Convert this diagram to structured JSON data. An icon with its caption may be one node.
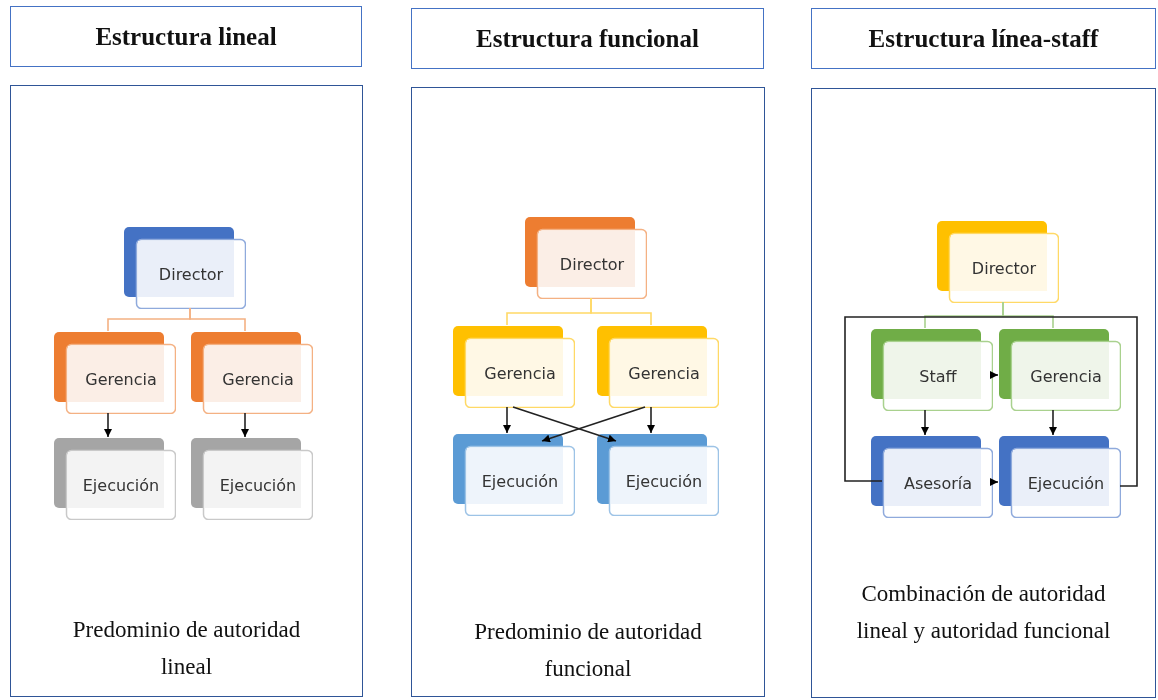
{
  "diagram": {
    "nodes": [
      {
        "text": [
          "Estructura lineal"
        ]
      },
      {
        "text": [
          "Predominio de autoridad lineal"
        ]
      },
      {
        "text": [
          "Director"
        ],
        "in": 1
      },
      {
        "text": [
          "Gerencia"
        ],
        "in": 1
      },
      {
        "text": [
          "Gerencia"
        ],
        "in": 1
      },
      {
        "text": [
          "Ejecución"
        ],
        "in": 1
      },
      {
        "text": [
          "Ejecución"
        ],
        "in": 1
      },
      {
        "text": [
          "Estructura funcional"
        ]
      },
      {
        "text": [
          "Predominio de autoridad funcional"
        ]
      },
      {
        "text": [
          "Director"
        ],
        "in": 8
      },
      {
        "text": [
          "Gerencia"
        ],
        "in": 8
      },
      {
        "text": [
          "Gerencia"
        ],
        "in": 8
      },
      {
        "text": [
          "Ejecución"
        ],
        "in": 8
      },
      {
        "text": [
          "Ejecución"
        ],
        "in": 8
      },
      {
        "text": [
          "Estructura línea-staff"
        ]
      },
      {
        "text": [
          "Combinación de autoridad lineal y autoridad funcional"
        ]
      },
      {
        "text": [
          "Director"
        ],
        "in": 15
      },
      {
        "text": [
          "Staff"
        ],
        "in": 15
      },
      {
        "text": [
          "Gerencia"
        ],
        "in": 15
      },
      {
        "text": [
          "Asesoría"
        ],
        "in": 15
      },
      {
        "text": [
          "Ejecución"
        ],
        "in": 15
      }
    ],
    "edges": [
      {
        "from": 2,
        "to": 3,
        "arrow": "none",
        "color": "#f4b183"
      },
      {
        "from": 2,
        "to": 4,
        "arrow": "none",
        "color": "#f4b183"
      },
      {
        "from": 3,
        "to": 5,
        "arrow": "to"
      },
      {
        "from": 4,
        "to": 6,
        "arrow": "to"
      },
      {
        "from": 9,
        "to": 10,
        "arrow": "none",
        "color": "#ffd966"
      },
      {
        "from": 9,
        "to": 11,
        "arrow": "none",
        "color": "#ffd966"
      },
      {
        "from": 10,
        "to": 12,
        "arrow": "to"
      },
      {
        "from": 10,
        "to": 13,
        "arrow": "to"
      },
      {
        "from": 11,
        "to": 12,
        "arrow": "to"
      },
      {
        "from": 11,
        "to": 13,
        "arrow": "to"
      },
      {
        "from": 16,
        "to": 17,
        "arrow": "none",
        "color": "#a9d18e"
      },
      {
        "from": 16,
        "to": 18,
        "arrow": "none",
        "color": "#a9d18e"
      },
      {
        "from": 17,
        "to": 18,
        "arrow": "to"
      },
      {
        "from": 17,
        "to": 19,
        "arrow": "to"
      },
      {
        "from": 18,
        "to": 20,
        "arrow": "to"
      },
      {
        "from": 19,
        "to": 20,
        "arrow": "to"
      },
      {
        "from": 19,
        "to": 20,
        "arrow": "none"
      }
    ]
  }
}
